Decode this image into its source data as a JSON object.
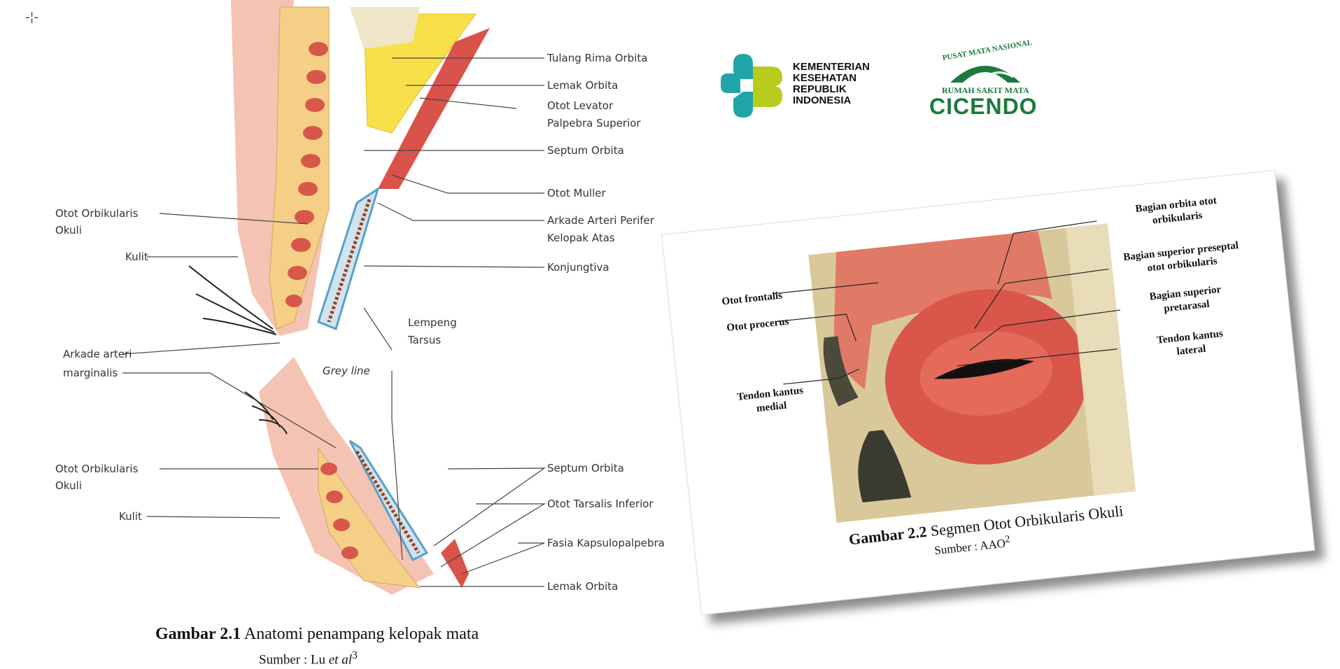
{
  "figure1": {
    "labels_right": [
      "Tulang Rima Orbita",
      "Lemak Orbita",
      "Otot Levator",
      "Palpebra Superior",
      "Septum Orbita",
      "Otot Muller",
      "Arkade Arteri Perifer",
      "Kelopak Atas",
      "Konjungtiva",
      "Septum Orbita",
      "Otot Tarsalis Inferior",
      "Fasia Kapsulopalpebra",
      "Lemak Orbita"
    ],
    "labels_left": [
      "Otot Orbikularis",
      "Okuli",
      "Kulit",
      "Arkade arteri",
      "marginalis",
      "Otot Orbikularis",
      "Okuli",
      "Kulit"
    ],
    "lempeng": [
      "Lempeng",
      "Tarsus"
    ],
    "grey_line": "Grey line",
    "caption_bold": "Gambar 2.1",
    "caption_text": " Anatomi penampang kelopak mata",
    "source_prefix": "Sumber : Lu ",
    "source_italic": "et al",
    "source_sup": "3"
  },
  "logos": {
    "kemenkes": [
      "KEMENTERIAN",
      "KESEHATAN",
      "REPUBLIK",
      "INDONESIA"
    ],
    "cicendo_arc": "PUSAT MATA NASIONAL",
    "cicendo_sub": "RUMAH SAKIT MATA",
    "cicendo_name": "CICENDO"
  },
  "figure2": {
    "left_labels": [
      "Otot frontalis",
      "Otot procerus",
      "Tendon kantus",
      "medial"
    ],
    "right_labels": [
      "Bagian orbita otot",
      "orbikularis",
      "Bagian superior preseptal",
      "otot orbikularis",
      "Bagian superior",
      "pretarasal",
      "Tendon kantus",
      "lateral"
    ],
    "caption_bold": "Gambar 2.2",
    "caption_text": " Segmen Otot Orbikularis Okuli",
    "source": "Sumber : AAO",
    "source_sup": "2"
  },
  "colors": {
    "muscle": "#d9534a",
    "fat": "#f2c14e",
    "teal": "#1fa5a8",
    "lime": "#b9cc1d",
    "green": "#1c7a3c"
  }
}
